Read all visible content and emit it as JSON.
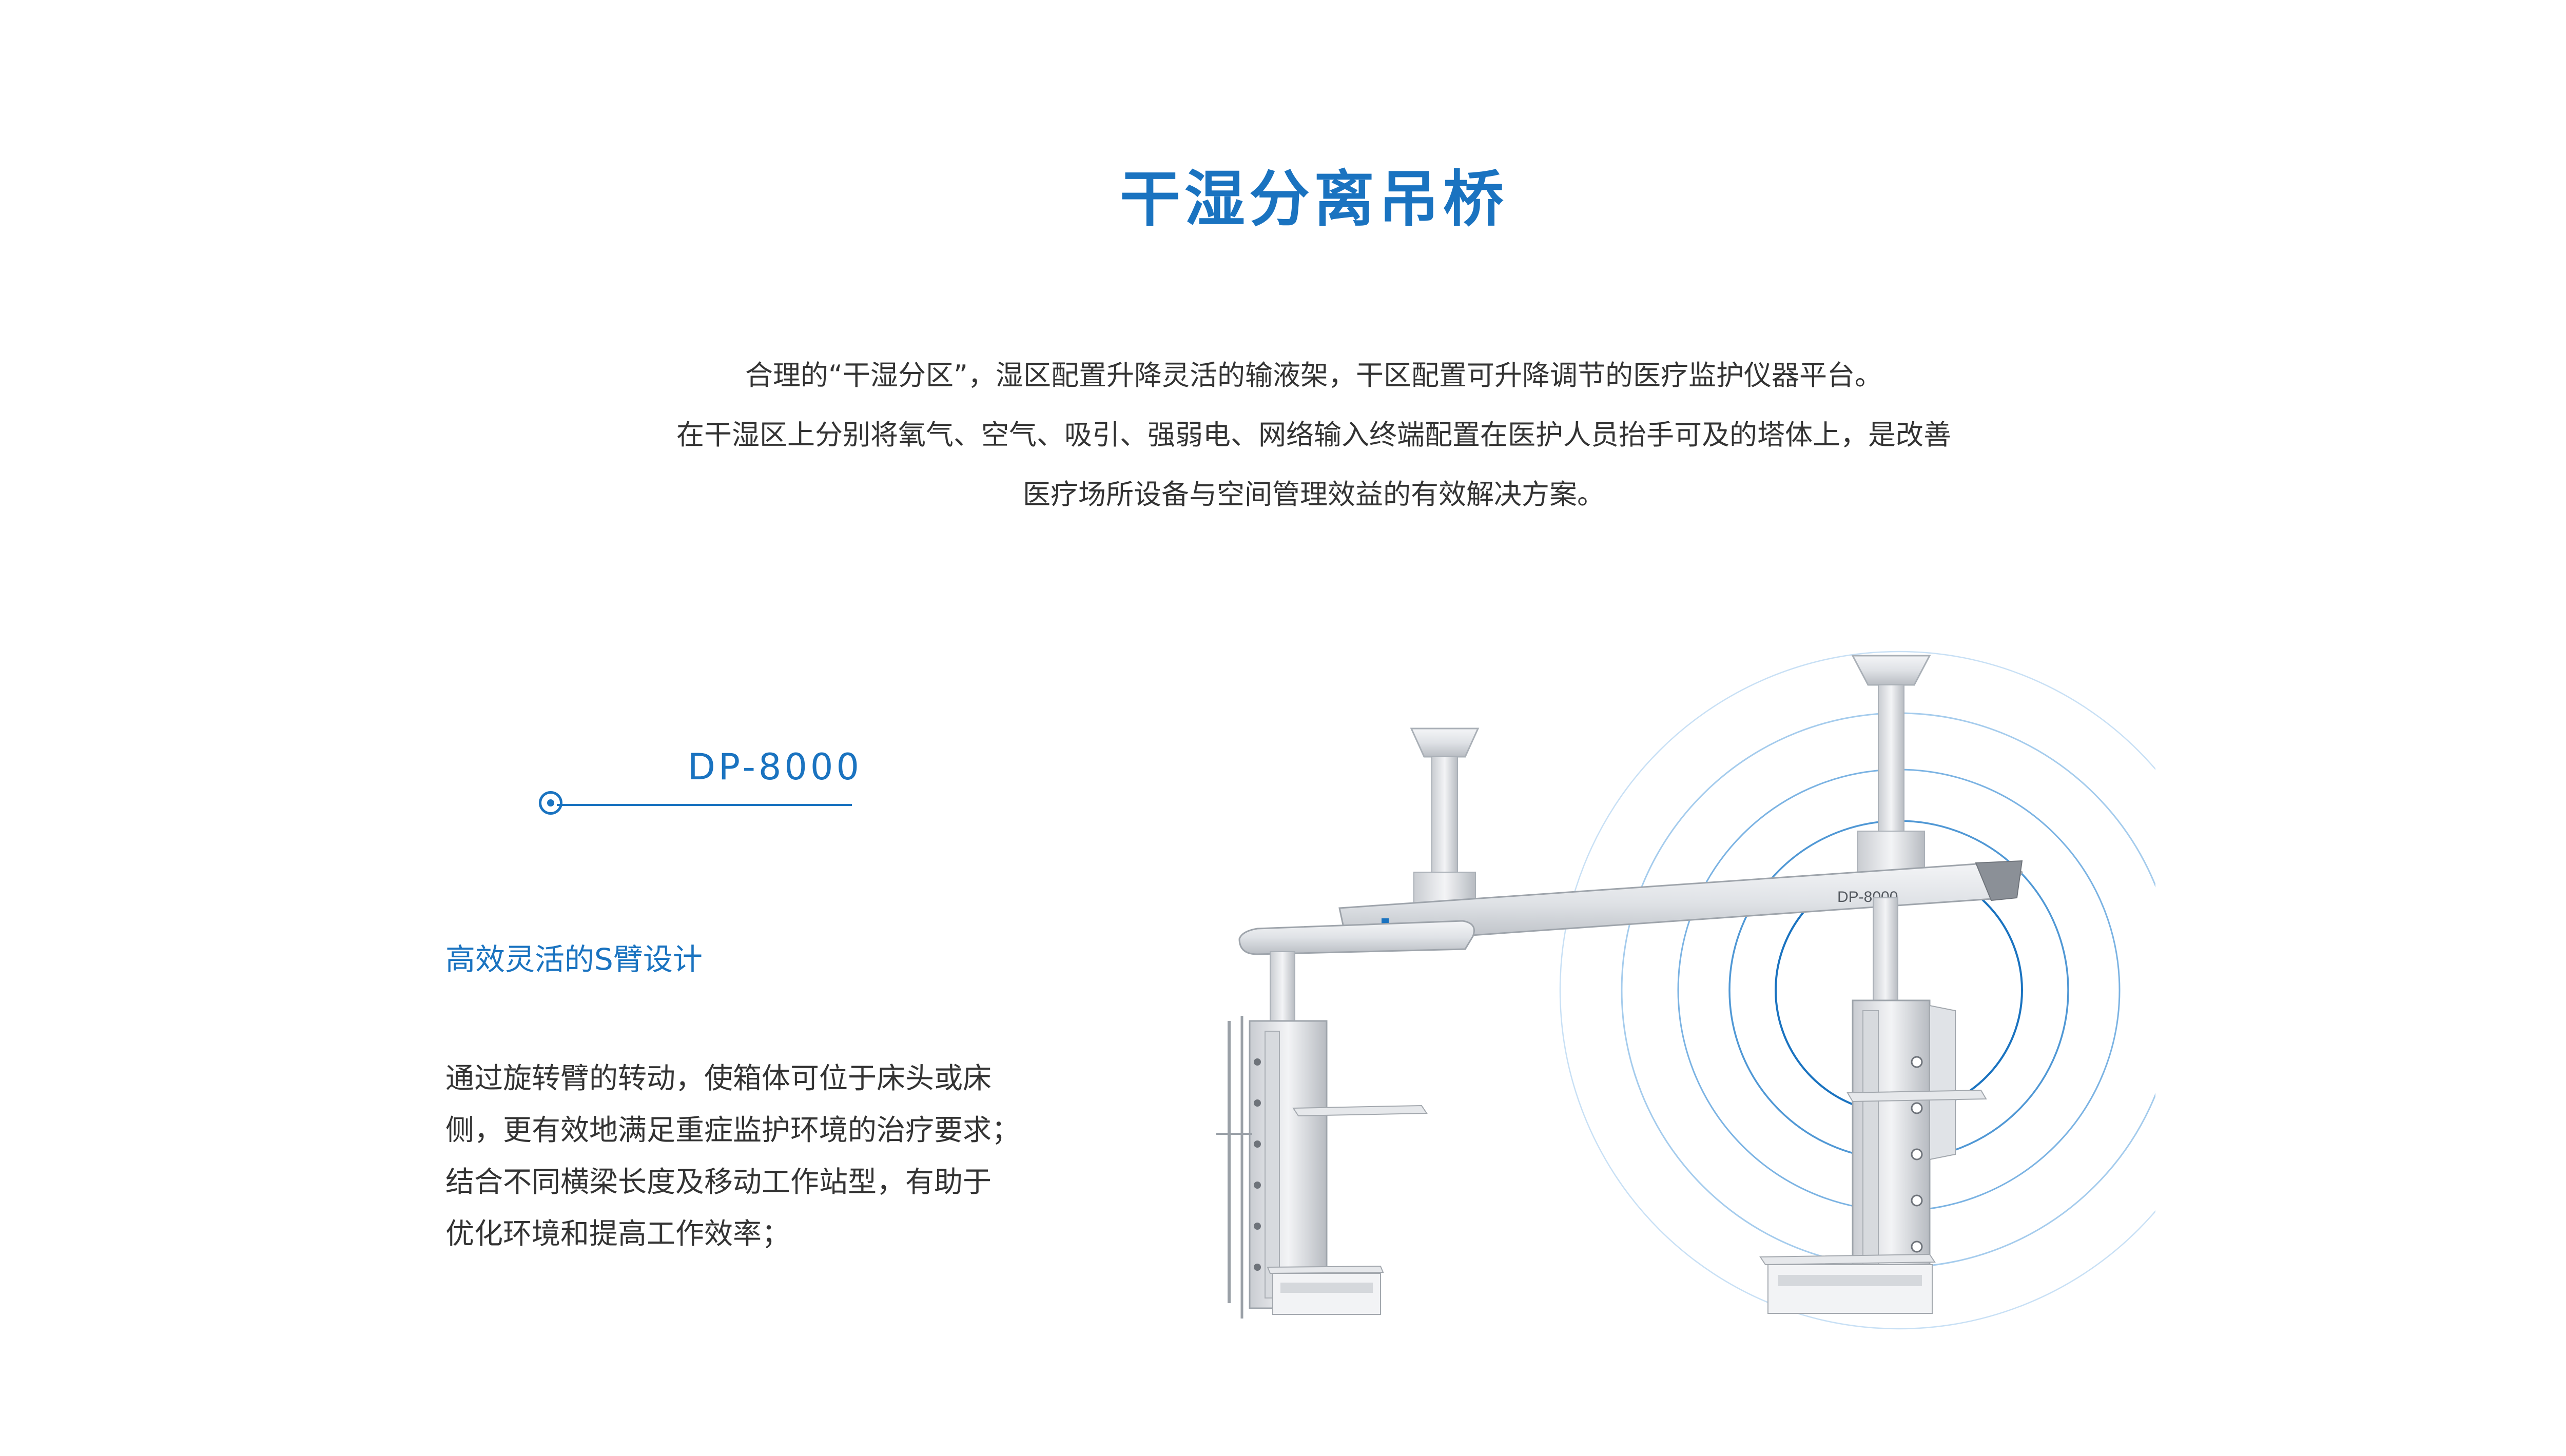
{
  "title": "干湿分离吊桥",
  "intro": {
    "line1": "合理的“干湿分区”，湿区配置升降灵活的输液架，干区配置可升降调节的医疗监护仪器平台。",
    "line2": "在干湿区上分别将氧气、空气、吸引、强弱电、网络输入终端配置在医护人员抬手可及的塔体上，是改善",
    "line3": "医疗场所设备与空间管理效益的有效解决方案。"
  },
  "model": {
    "label": "DP-8000"
  },
  "feature": {
    "title": "高效灵活的S臂设计",
    "lines": [
      "通过旋转臂的转动，使箱体可位于床头或床",
      "侧，更有效地满足重症监护环境的治疗要求；",
      "结合不同横梁长度及移动工作站型，有助于",
      "优化环境和提高工作效率；"
    ]
  },
  "product": {
    "beam_label": "DP-8000",
    "accent_color": "#1a73c0"
  }
}
